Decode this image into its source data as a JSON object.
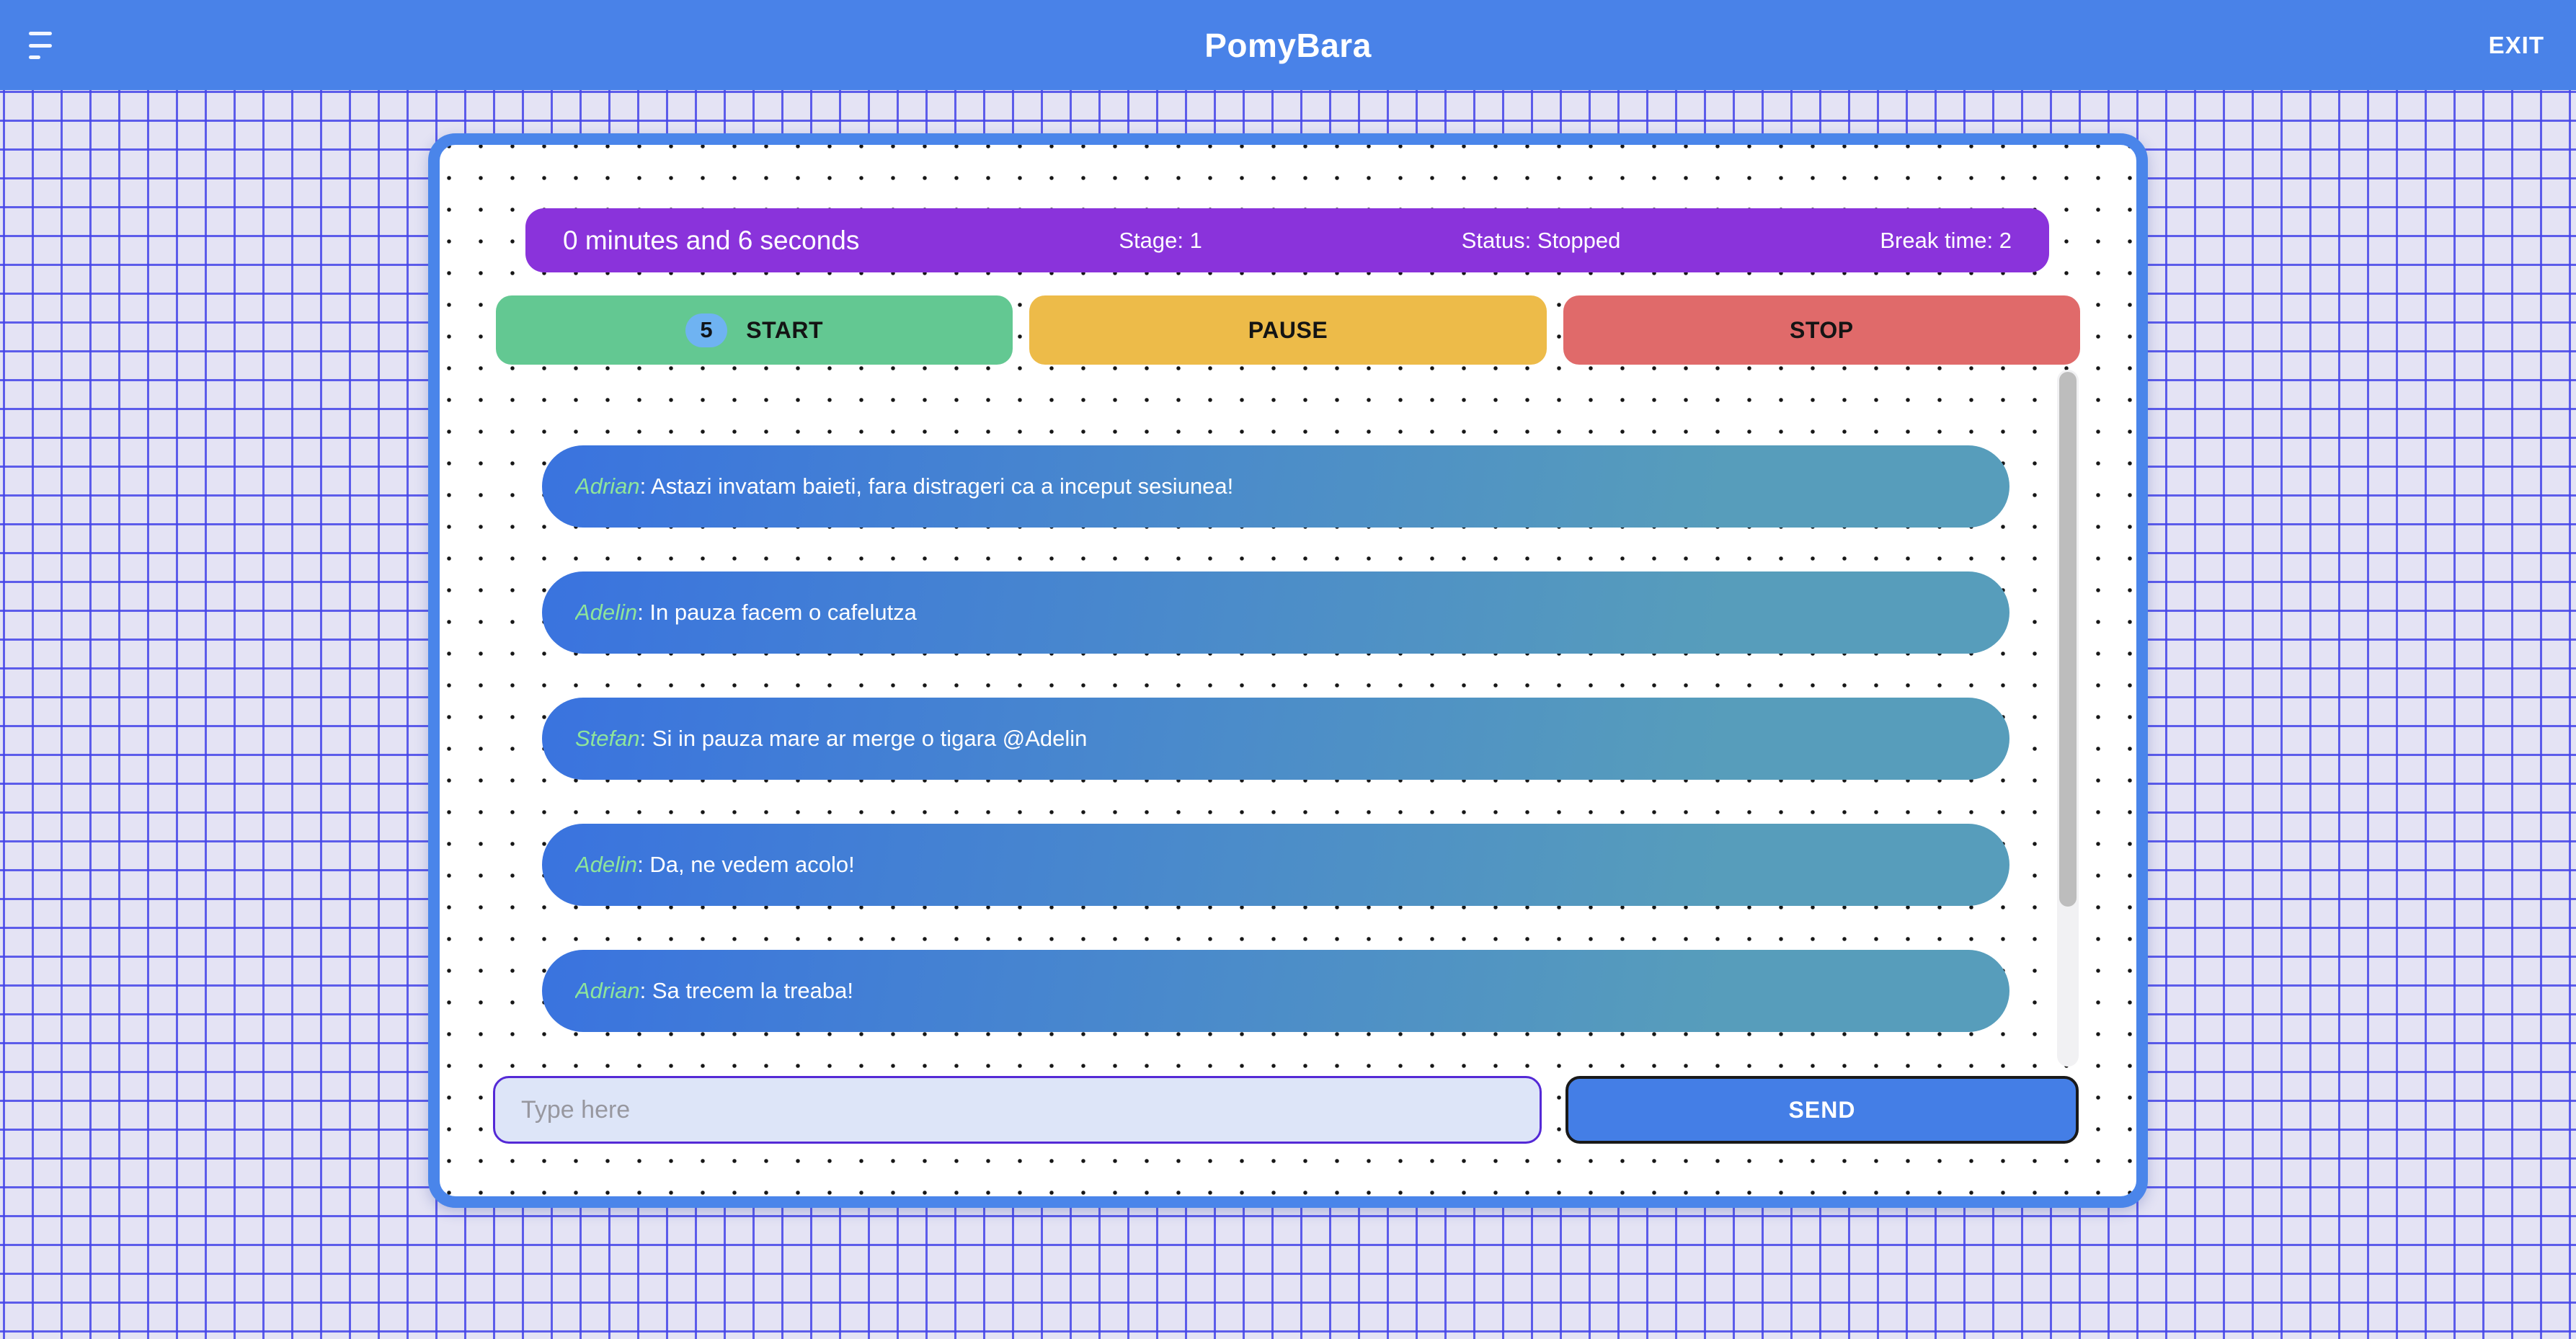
{
  "header": {
    "title": "PomyBara",
    "exit_label": "EXIT"
  },
  "timer_bar": {
    "time": "0 minutes and 6 seconds",
    "stage": "Stage: 1",
    "status": "Status: Stopped",
    "break_time": "Break time: 2"
  },
  "controls": {
    "start_label": "START",
    "start_badge": "5",
    "pause_label": "PAUSE",
    "stop_label": "STOP"
  },
  "chat": {
    "separator": ": ",
    "messages": [
      {
        "author": "Adrian",
        "text": "Astazi invatam baieti, fara distrageri ca a inceput sesiunea!"
      },
      {
        "author": "Adelin",
        "text": "In pauza facem o cafelutza"
      },
      {
        "author": "Stefan",
        "text": "Si in pauza mare ar merge o tigara @Adelin"
      },
      {
        "author": "Adelin",
        "text": "Da, ne vedem acolo!"
      },
      {
        "author": "Adrian",
        "text": "Sa trecem la treaba!"
      }
    ]
  },
  "composer": {
    "placeholder": "Type here",
    "send_label": "SEND"
  },
  "colors": {
    "header_blue": "#4982e8",
    "card_border_blue": "#4a85ea",
    "timer_purple": "#8a33db",
    "start_green": "#63c892",
    "pause_yellow": "#edbb49",
    "stop_red": "#e06a6a",
    "badge_blue": "#6fb3f2",
    "bubble_gradient_from": "#3a73df",
    "bubble_gradient_to": "#579dbb",
    "author_green": "#8ee59b",
    "send_blue": "#447ee6",
    "input_fill": "#dde5f8",
    "input_border_violet": "#5429d6",
    "grid_line_blue": "#4444e9"
  }
}
